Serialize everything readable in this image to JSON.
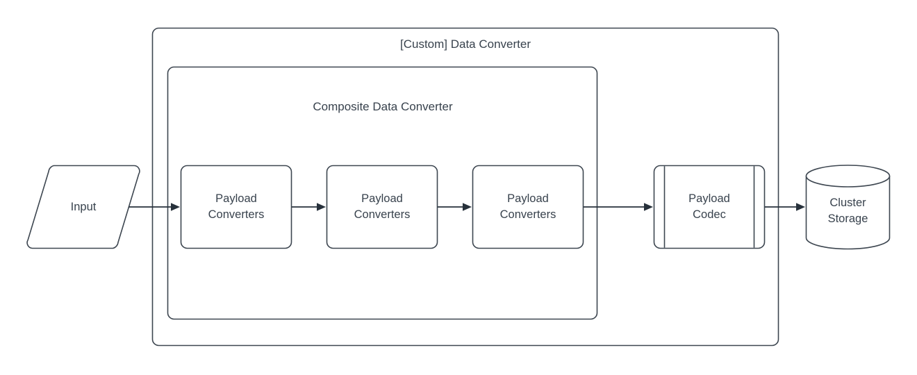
{
  "diagram": {
    "title": "[Custom] Data Converter",
    "background_color": "#ffffff",
    "stroke_color": "#3d4650",
    "text_color": "#38424d",
    "arrow_color": "#27313b",
    "containers": [
      {
        "id": "custom-data-converter",
        "label": "[Custom] Data Converter",
        "shape": "rounded-rectangle"
      },
      {
        "id": "composite-data-converter",
        "label": "Composite Data Converter",
        "shape": "rounded-rectangle"
      }
    ],
    "nodes": [
      {
        "id": "input",
        "label": "Input",
        "shape": "parallelogram"
      },
      {
        "id": "payload-converters-1",
        "label": "Payload\nConverters",
        "shape": "rounded-rectangle"
      },
      {
        "id": "payload-converters-2",
        "label": "Payload\nConverters",
        "shape": "rounded-rectangle"
      },
      {
        "id": "payload-converters-3",
        "label": "Payload\nConverters",
        "shape": "rounded-rectangle"
      },
      {
        "id": "payload-codec",
        "label": "Payload\nCodec",
        "shape": "process"
      },
      {
        "id": "cluster-storage",
        "label": "Cluster\nStorage",
        "shape": "cylinder"
      }
    ],
    "edges": [
      {
        "id": "edge-input-to-converter-1",
        "from": "input",
        "to": "payload-converters-1",
        "style": "arrow"
      },
      {
        "id": "edge-converter-1-to-2",
        "from": "payload-converters-1",
        "to": "payload-converters-2",
        "style": "arrow"
      },
      {
        "id": "edge-converter-2-to-3",
        "from": "payload-converters-2",
        "to": "payload-converters-3",
        "style": "arrow"
      },
      {
        "id": "edge-converter-3-to-codec",
        "from": "payload-converters-3",
        "to": "payload-codec",
        "style": "arrow"
      },
      {
        "id": "edge-codec-to-storage",
        "from": "payload-codec",
        "to": "cluster-storage",
        "style": "arrow"
      }
    ]
  }
}
